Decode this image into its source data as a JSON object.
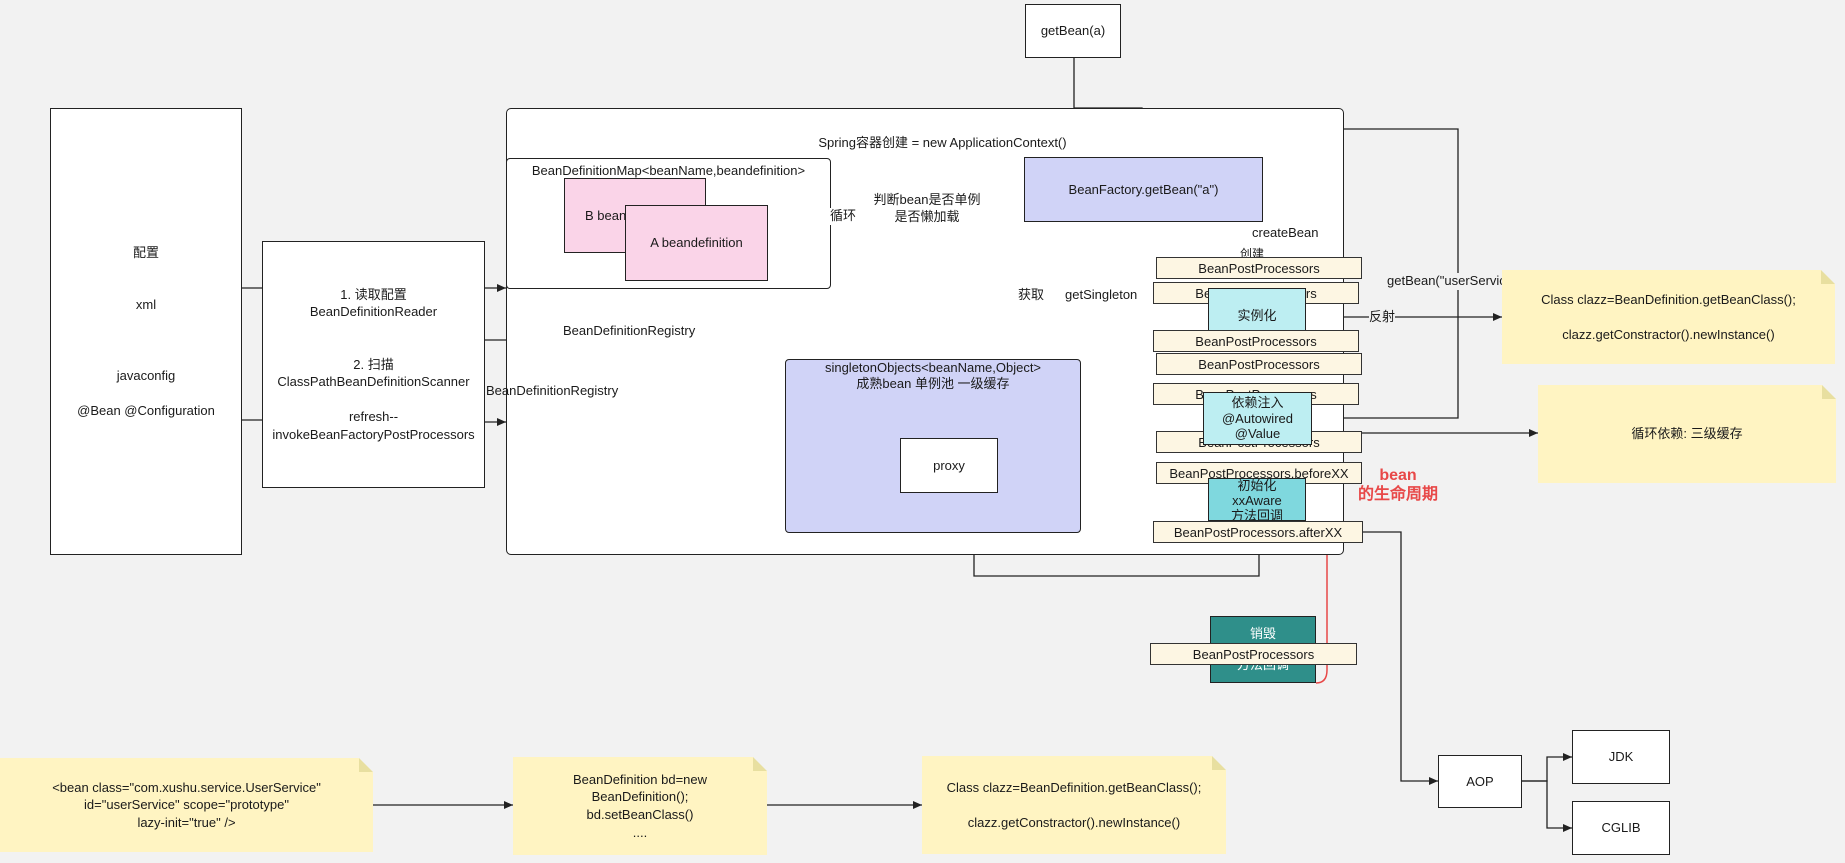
{
  "config_box": {
    "lines": "配置\n\n\nxml\n\n\n\njavaconfig\n\n@Bean @Configuration"
  },
  "reader_box": {
    "lines": "1.    读取配置\nBeanDefinitionReader\n\n\n2.  扫描\nClassPathBeanDefinitionScanner\n\nrefresh--\ninvokeBeanFactoryPostProcessors"
  },
  "container": {
    "title": "Spring容器创建  =  new  ApplicationContext()"
  },
  "bdmap": {
    "title": "BeanDefinitionMap<beanName,beandefinition>",
    "b_def": "B beandefinition",
    "a_def": "A beandefinition"
  },
  "decision": {
    "label": "判断bean是否单例\n是否懒加载"
  },
  "getbean_top": {
    "label": "getBean(a)"
  },
  "bean_factory": {
    "label": "BeanFactory.getBean(\"a\")"
  },
  "singletons": {
    "title": "singletonObjects<beanName,Object>\n成熟bean   单例池   一级缓存",
    "proxy": "proxy"
  },
  "labels": {
    "loop": "循环",
    "registry1": "BeanDefinitionRegistry",
    "registry2": "BeanDefinitionRegistry",
    "fetch": "获取",
    "get_singleton": "getSingleton",
    "create_bean": "createBean",
    "create": "创建",
    "get_user_service": "getBean(\"userService\")",
    "reflect": "反射",
    "lifecycle": "bean\n的生命周期"
  },
  "bpp": {
    "p1": "BeanPostProcessors",
    "p2": "BeanPostProcessors",
    "p3": "BeanPostProcessors",
    "p4": "BeanPostProcessors",
    "p5": "BeanPostProcessors",
    "p6": "BeanPostProcessors",
    "before": "BeanPostProcessors.beforeXX",
    "after": "BeanPostProcessors.afterXX",
    "destroy": "BeanPostProcessors"
  },
  "stages": {
    "instantiate": "实例化",
    "inject": "依赖注入\n@Autowired\n@Value",
    "init": "初始化\nxxAware\n方法回调",
    "destroy": "销毁\n\n方法回调"
  },
  "notes": {
    "reflect_note": "Class clazz=BeanDefinition.getBeanClass();\n\nclazz.getConstractor().newInstance()",
    "circular_note": "循环依赖:   三级缓存",
    "xml_note": "<bean class=\"com.xushu.service.UserService\"\nid=\"userService\" scope=\"prototype\"\nlazy-init=\"true\" />",
    "bd_note": "BeanDefinition bd=new\nBeanDefinition();\nbd.setBeanClass()\n....",
    "class_note": "Class clazz=BeanDefinition.getBeanClass();\n\nclazz.getConstractor().newInstance()"
  },
  "aop": {
    "aop": "AOP",
    "jdk": "JDK",
    "cglib": "CGLIB"
  },
  "colors": {
    "lavender": "#d0d3f7",
    "pink": "#fad4e8",
    "cyan": "#bdeef2",
    "teal_light": "#7fd8de",
    "teal_dark": "#2f8f8a",
    "note": "#fff4c2",
    "red": "#e84848"
  }
}
